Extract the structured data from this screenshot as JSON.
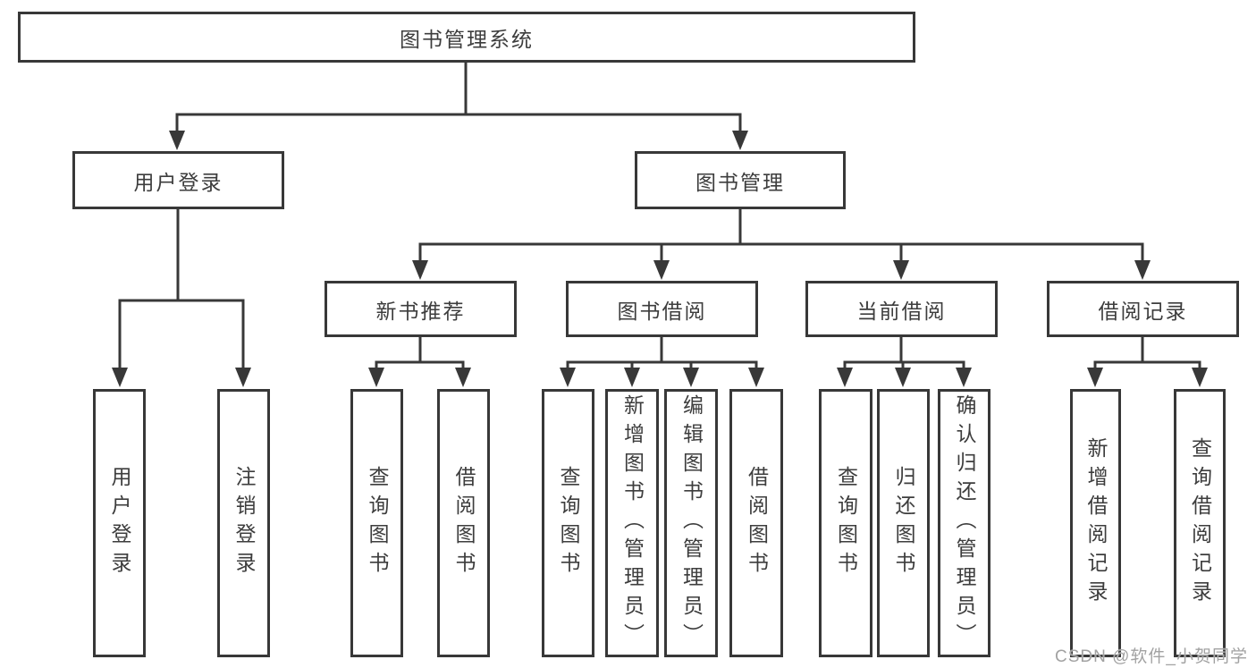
{
  "diagram": {
    "type": "hierarchy-tree",
    "root": {
      "label": "图书管理系统",
      "children": [
        {
          "label": "用户登录",
          "children": [
            {
              "label": "用户登录"
            },
            {
              "label": "注销登录"
            }
          ]
        },
        {
          "label": "图书管理",
          "children": [
            {
              "label": "新书推荐",
              "children": [
                {
                  "label": "查询图书"
                },
                {
                  "label": "借阅图书"
                }
              ]
            },
            {
              "label": "图书借阅",
              "children": [
                {
                  "label": "查询图书"
                },
                {
                  "label": "新增图书（管理员）"
                },
                {
                  "label": "编辑图书（管理员）"
                },
                {
                  "label": "借阅图书"
                }
              ]
            },
            {
              "label": "当前借阅",
              "children": [
                {
                  "label": "查询图书"
                },
                {
                  "label": "归还图书"
                },
                {
                  "label": "确认归还（管理员）"
                }
              ]
            },
            {
              "label": "借阅记录",
              "children": [
                {
                  "label": "新增借阅记录"
                },
                {
                  "label": "查询借阅记录"
                }
              ]
            }
          ]
        }
      ]
    }
  },
  "watermark": {
    "text": "CSDN @软件_小贺同学"
  },
  "colors": {
    "line": "#383838",
    "box_border": "#383838",
    "box_fill": "#ffffff",
    "text": "#3d3d3d",
    "watermark": "#a2a2a2",
    "background": "#ffffff"
  }
}
